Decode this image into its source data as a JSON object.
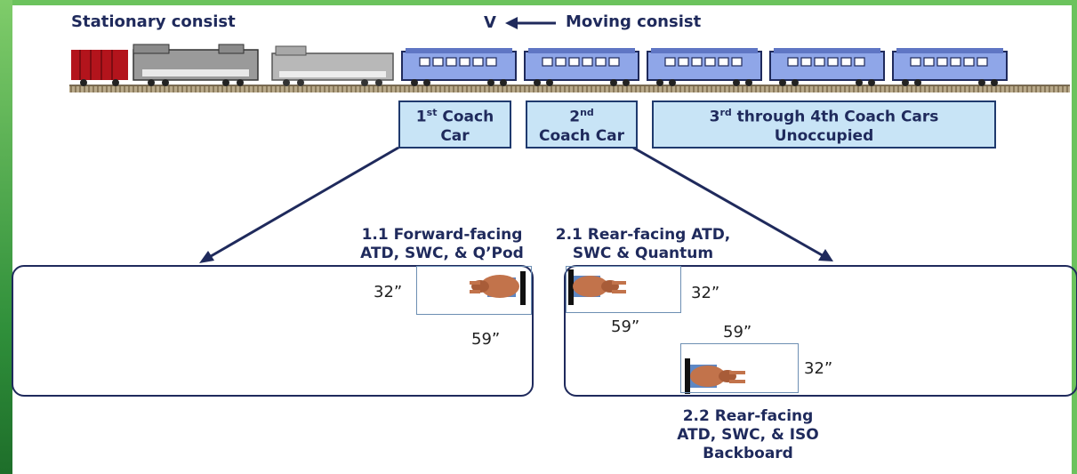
{
  "header": {
    "stationary_label": "Stationary consist",
    "velocity_label": "V",
    "moving_label": "Moving consist"
  },
  "coach_labels": [
    {
      "line1_main": "1",
      "line1_sup": "st",
      "line1_rest": " Coach",
      "line2": "Car"
    },
    {
      "line1_main": "2",
      "line1_sup": "nd",
      "line1_rest": "",
      "line2": "Coach Car"
    },
    {
      "line1_main": "3",
      "line1_sup": "rd",
      "line1_rest": " through 4th Coach Cars",
      "line2": "Unoccupied"
    }
  ],
  "test_1": {
    "title_line1": "1.1 Forward-facing",
    "title_line2": "ATD, SWC, & Q’Pod",
    "dim_width": "32”",
    "dim_length": "59”"
  },
  "test_2_1": {
    "title_line1": "2.1 Rear-facing ATD,",
    "title_line2": "SWC & Quantum",
    "dim_width": "32”",
    "dim_length": "59”"
  },
  "test_2_2": {
    "title_line1": "2.2 Rear-facing",
    "title_line2": "ATD, SWC, & ISO",
    "title_line3": "Backboard",
    "dim_width": "32”",
    "dim_length": "59”"
  },
  "colors": {
    "navy": "#1f2a5c",
    "box_fill": "#c8e4f6",
    "coach_blue": "#8fa6e8",
    "locomotive_gray": "#9a9a9a",
    "freight_red": "#b3141c"
  }
}
